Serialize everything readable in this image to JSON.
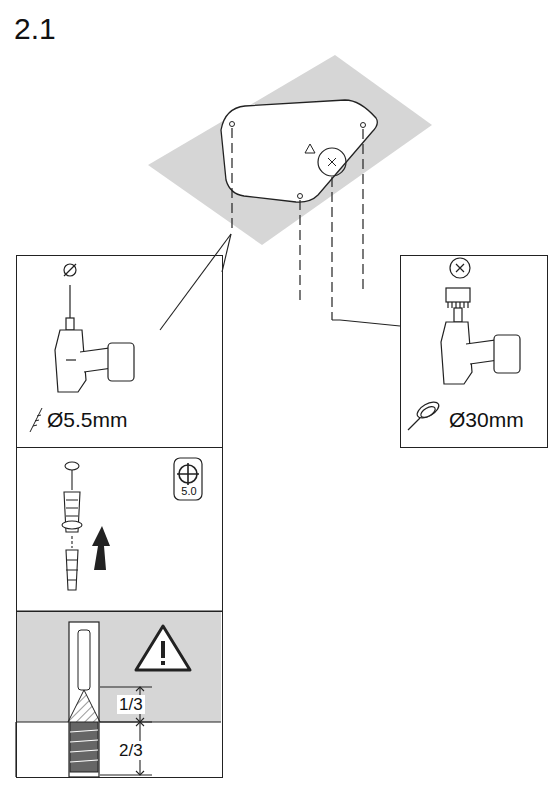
{
  "diagram": {
    "title": "2.1",
    "nodes": [
      {
        "text": [
          "Ø5.5mm"
        ]
      },
      {
        "text": [
          "5.0"
        ]
      },
      {
        "text": [
          "1/3",
          "2/3"
        ]
      },
      {
        "text": [
          "Ø30mm"
        ]
      }
    ]
  }
}
